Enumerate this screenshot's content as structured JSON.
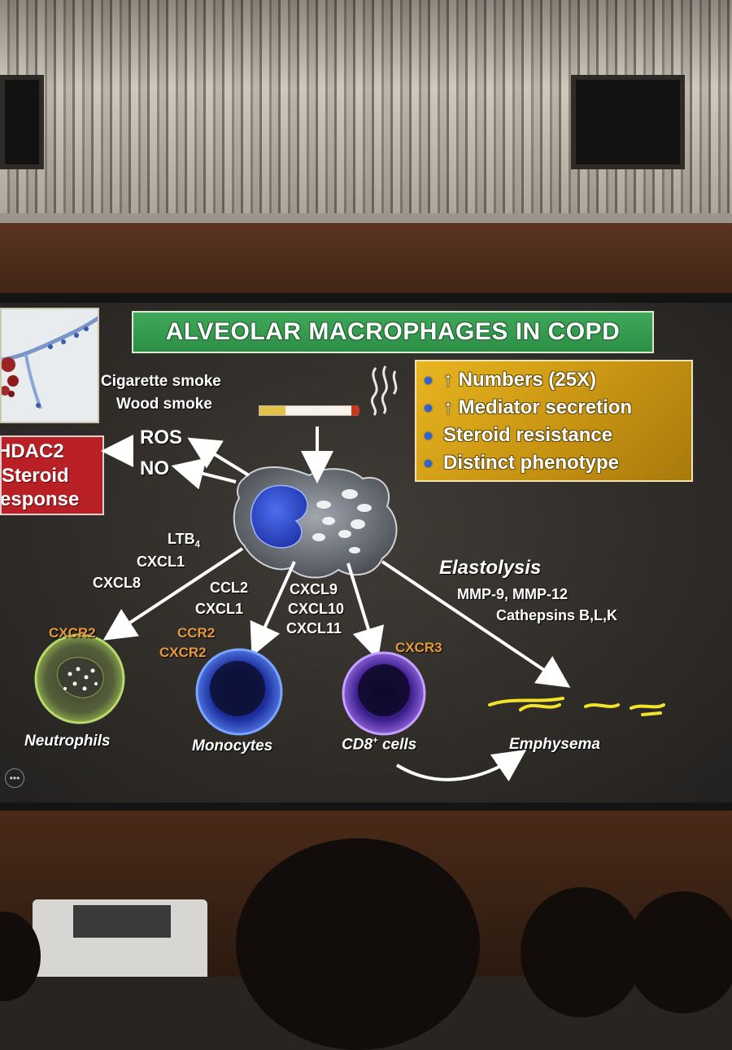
{
  "slide": {
    "title": "ALVEOLAR MACROPHAGES IN COPD",
    "sources": [
      "Cigarette smoke",
      "Wood smoke"
    ],
    "oxidants": [
      "ROS",
      "NO"
    ],
    "hdac_box": [
      "HDAC2",
      "Steroid",
      "esponse"
    ],
    "features": [
      "↑ Numbers (25X)",
      "↑ Mediator secretion",
      "Steroid resistance",
      "Distinct phenotype"
    ],
    "neutrophil_mediators": {
      "ltb": "LTB",
      "ltb_sub": "4",
      "items": [
        "CXCL1",
        "CXCL8"
      ]
    },
    "monocyte_mediators": [
      "CCL2",
      "CXCL1"
    ],
    "cd8_mediators": [
      "CXCL9",
      "CXCL10",
      "CXCL11"
    ],
    "elastolysis": {
      "heading": "Elastolysis",
      "lines": [
        "MMP-9, MMP-12",
        "Cathepsins B,L,K"
      ]
    },
    "receptors": {
      "neutrophils": "CXCR2",
      "monocytes": [
        "CCR2",
        "CXCR2"
      ],
      "cd8": "CXCR3"
    },
    "cells": {
      "neutrophils": "Neutrophils",
      "monocytes": "Monocytes",
      "cd8": "CD8",
      "cd8_sup": "+",
      "cd8_suffix": " cells",
      "emphysema": "Emphysema"
    }
  },
  "colors": {
    "title_green": "#3fa85a",
    "feature_yellow": "#e8b520",
    "hdac_red": "#b82025",
    "receptor_orange": "#e69a3c",
    "bullet_blue": "#2a64d8",
    "nucleus_blue": "#2f52d8",
    "emphysema_yellow": "#f2e22a"
  },
  "icons": [
    "smoke-wisp-icon",
    "cigarette-icon",
    "more-options-icon"
  ]
}
